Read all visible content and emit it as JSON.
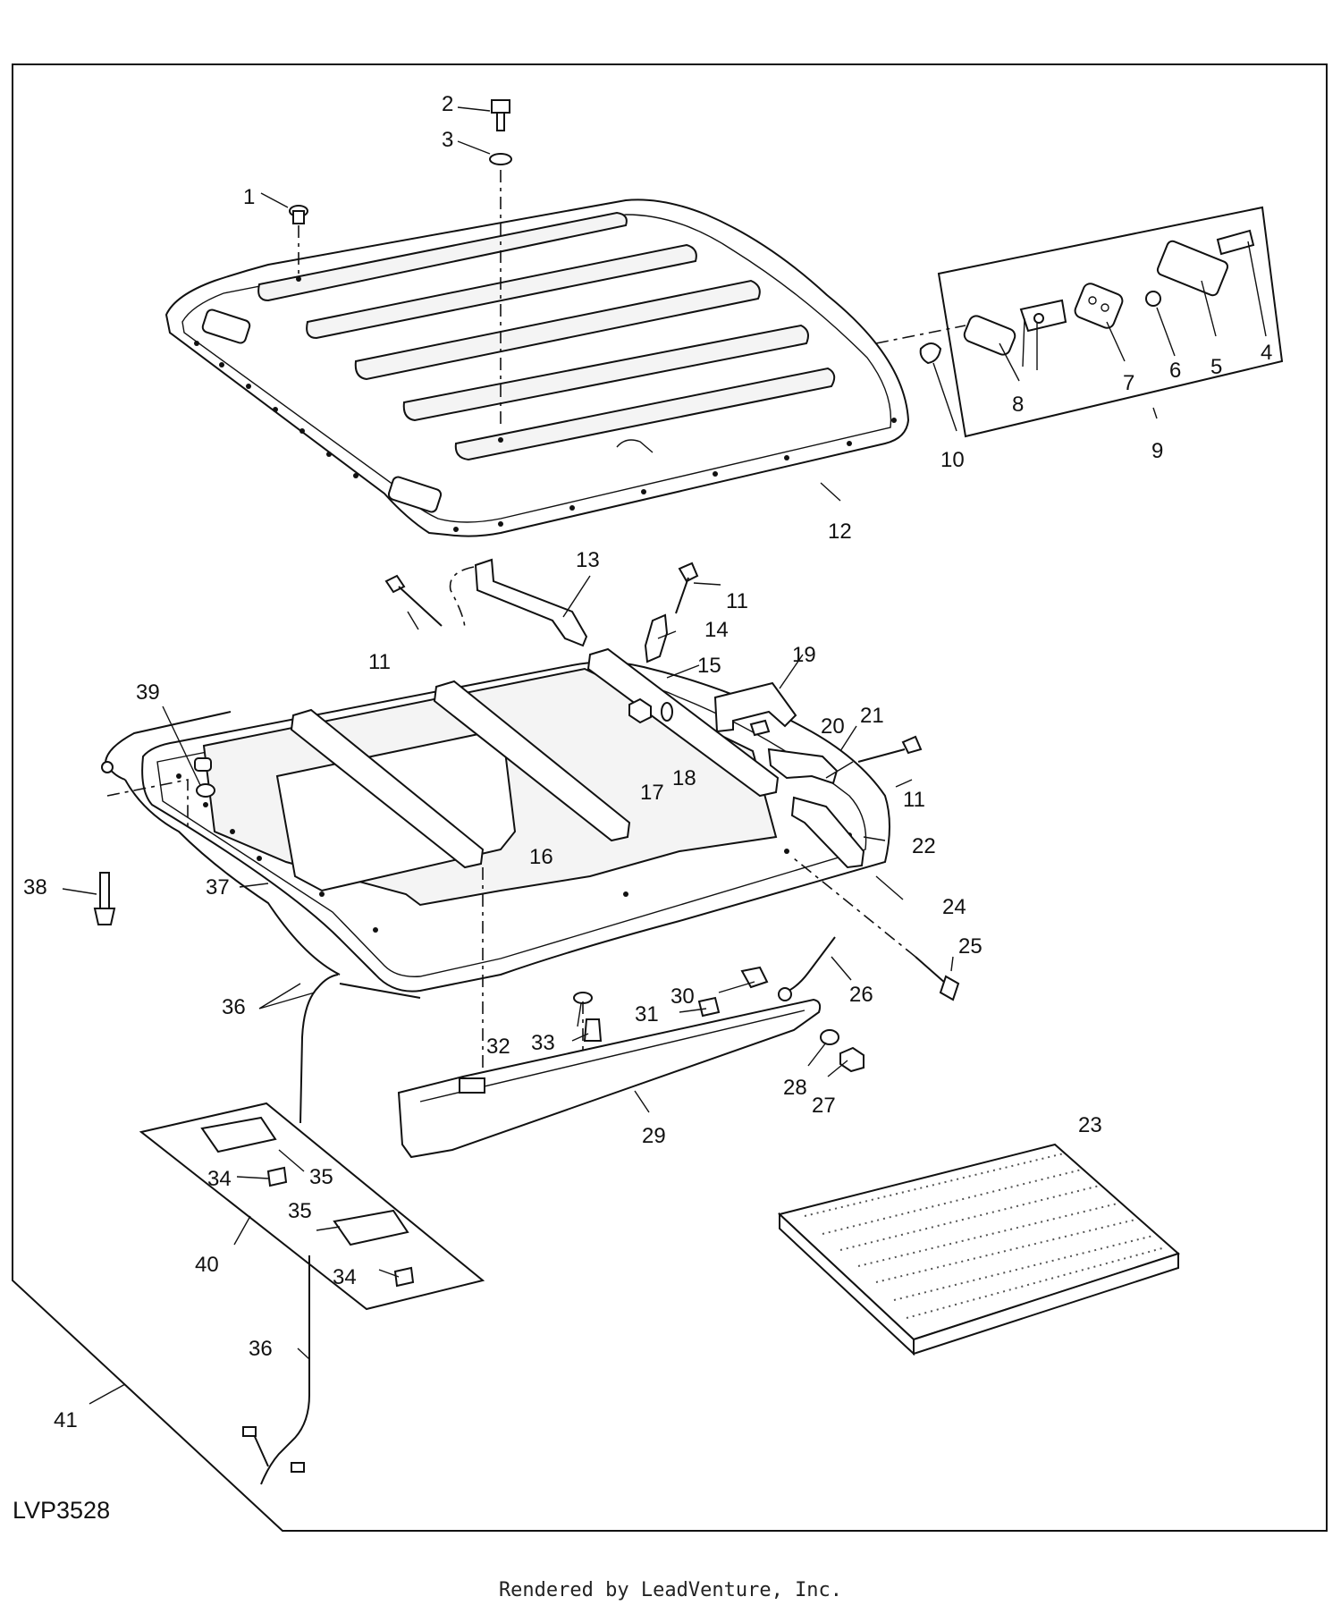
{
  "diagram": {
    "code": "LVP3528",
    "callouts": [
      {
        "id": "c1",
        "label": "1"
      },
      {
        "id": "c2",
        "label": "2"
      },
      {
        "id": "c3",
        "label": "3"
      },
      {
        "id": "c4",
        "label": "4"
      },
      {
        "id": "c5",
        "label": "5"
      },
      {
        "id": "c6",
        "label": "6"
      },
      {
        "id": "c7",
        "label": "7"
      },
      {
        "id": "c8",
        "label": "8"
      },
      {
        "id": "c9",
        "label": "9"
      },
      {
        "id": "c10",
        "label": "10"
      },
      {
        "id": "c11a",
        "label": "11"
      },
      {
        "id": "c11b",
        "label": "11"
      },
      {
        "id": "c11c",
        "label": "11"
      },
      {
        "id": "c12",
        "label": "12"
      },
      {
        "id": "c13",
        "label": "13"
      },
      {
        "id": "c14",
        "label": "14"
      },
      {
        "id": "c15",
        "label": "15"
      },
      {
        "id": "c16",
        "label": "16"
      },
      {
        "id": "c17",
        "label": "17"
      },
      {
        "id": "c18",
        "label": "18"
      },
      {
        "id": "c19",
        "label": "19"
      },
      {
        "id": "c20",
        "label": "20"
      },
      {
        "id": "c21",
        "label": "21"
      },
      {
        "id": "c22",
        "label": "22"
      },
      {
        "id": "c23",
        "label": "23"
      },
      {
        "id": "c24",
        "label": "24"
      },
      {
        "id": "c25",
        "label": "25"
      },
      {
        "id": "c26",
        "label": "26"
      },
      {
        "id": "c27",
        "label": "27"
      },
      {
        "id": "c28",
        "label": "28"
      },
      {
        "id": "c29",
        "label": "29"
      },
      {
        "id": "c30",
        "label": "30"
      },
      {
        "id": "c31",
        "label": "31"
      },
      {
        "id": "c32",
        "label": "32"
      },
      {
        "id": "c33",
        "label": "33"
      },
      {
        "id": "c34a",
        "label": "34"
      },
      {
        "id": "c34b",
        "label": "34"
      },
      {
        "id": "c35a",
        "label": "35"
      },
      {
        "id": "c35b",
        "label": "35"
      },
      {
        "id": "c36a",
        "label": "36"
      },
      {
        "id": "c36b",
        "label": "36"
      },
      {
        "id": "c37",
        "label": "37"
      },
      {
        "id": "c38",
        "label": "38"
      },
      {
        "id": "c39",
        "label": "39"
      },
      {
        "id": "c40",
        "label": "40"
      },
      {
        "id": "c41",
        "label": "41"
      }
    ]
  },
  "footer": {
    "text": "Rendered by LeadVenture, Inc."
  }
}
